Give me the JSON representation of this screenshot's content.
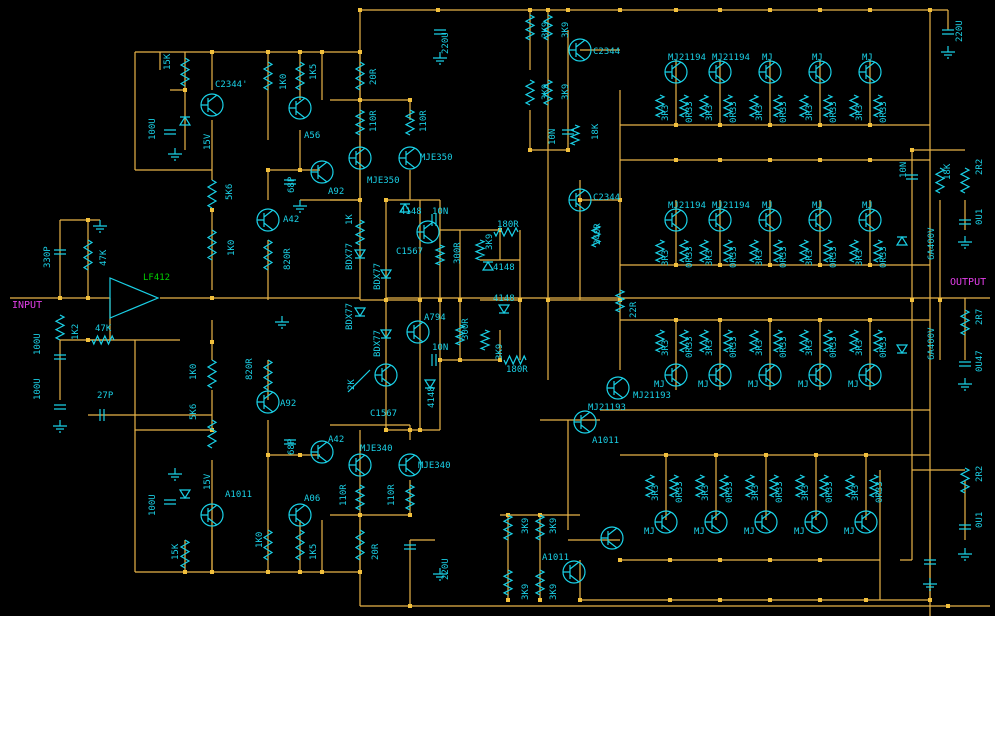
{
  "colors": {
    "background": "#000000",
    "wire": "#e8b448",
    "component": "#1ad0e6",
    "junction": "#f2c03c",
    "io_label": "#e23ee8",
    "opamp": "#00d000",
    "page": "#ffffff"
  },
  "io": {
    "input": "INPUT",
    "output": "OUTPUT"
  },
  "opamp": {
    "label": "LF412"
  },
  "top_rail": {
    "cap": "220U"
  },
  "bottom_rail": {
    "cap": "220U"
  },
  "right_top_cap": {
    "cap": "220U"
  },
  "input_stage": {
    "c_in": "330P",
    "r_bias": "47K",
    "r_in": "1K2",
    "c_bypass": "100U",
    "r_fb": "47K",
    "c_fb": "27P",
    "c_low": "100U"
  },
  "upper_supply": {
    "r15k": "15K",
    "c100u": "100U",
    "zener": "15V",
    "q": "C2344'"
  },
  "lower_supply": {
    "r15k": "15K",
    "c100u": "100U",
    "zener": "15V",
    "q": "A1011"
  },
  "vas": {
    "r5k6_top": "5K6",
    "r1k0_top": "1K0",
    "q_top": "A42",
    "r820_top": "820R",
    "r1k0_bot": "1K0",
    "r5k6_bot": "5K6",
    "r820_bot": "820R",
    "q_bot": "A92",
    "r1k0_u": "1K0",
    "r1k5_u": "1K5",
    "q_a56": "A56",
    "c68p_u": "68P",
    "q_a92_u": "A92",
    "r20r_u": "20R",
    "r110r_u1": "110R",
    "r110r_u2": "110R",
    "q_mje350a": "MJE350",
    "q_mje350b": "MJE350",
    "c68p_l": "68P",
    "q_a42_l": "A42",
    "q_mje340a": "MJE340",
    "q_mje340b": "MJE340",
    "r110r_l1": "110R",
    "r110r_l2": "110R",
    "q_a06": "A06",
    "r1k0_l": "1K0",
    "r1k5_l": "1K5",
    "r20r_l": "20R"
  },
  "bias": {
    "r1k": "1K",
    "d1": "BDX77",
    "d2": "BDX77",
    "d3": "BDX77",
    "d4": "BDX77",
    "pot": "2K",
    "q": "C1567"
  },
  "protection": {
    "d4148a": "4148",
    "c10n_a": "10N",
    "q_c1567": "C1567",
    "r300r_a": "300R",
    "r3k9_a": "3K9",
    "r180r_a": "180R",
    "d4148b": "4148",
    "d4148c": "4148",
    "q_a794": "A794",
    "c10n_b": "10N",
    "r300r_b": "300R",
    "r3k9_b": "3K9",
    "r180r_b": "180R",
    "d4148d": "4148"
  },
  "driver_upper": {
    "r3k9_1": "3K9",
    "r3k9_2": "3K9",
    "r3k9_3": "3K9",
    "r3k9_4": "3K9",
    "q_c2344_a": "C2344",
    "c10n": "10N",
    "r18k": "18K",
    "q_c2344_b": "C2344",
    "r240r": "240R"
  },
  "driver_lower": {
    "r22r": "22R",
    "q_mj21193_a": "MJ21193",
    "q_mj21193_b": "MJ21193",
    "q_a1011_a": "A1011",
    "r3k9_1": "3K9",
    "r3k9_2": "3K9",
    "r3k9_3": "3K9",
    "r3k9_4": "3K9",
    "q_a1011_b": "A1011"
  },
  "output_banks": [
    {
      "q": [
        "MJ21194",
        "MJ21194",
        "MJ",
        "MJ",
        "MJ"
      ],
      "r1": "3R3",
      "r2": "0R33"
    },
    {
      "q": [
        "MJ21194",
        "MJ21194",
        "MJ",
        "MJ",
        "MJ"
      ],
      "r1": "3R3",
      "r2": "0R33"
    },
    {
      "q": [
        "MJ",
        "MJ",
        "MJ",
        "MJ",
        "MJ"
      ],
      "r1": "3R3",
      "r2": "0R33"
    },
    {
      "q": [
        "MJ",
        "MJ",
        "MJ",
        "MJ",
        "MJ"
      ],
      "r1": "3R3",
      "r2": "0R33"
    }
  ],
  "output_network": {
    "c10n": "10N",
    "r18k": "18K",
    "r2r2_top": "2R2",
    "c0u1_top": "0U1",
    "d_top": "6A400V",
    "d_bot": "6A400V",
    "r2r7": "2R7",
    "c0u47": "0U47",
    "r2r2_bot": "2R2",
    "c0u1_bot": "0U1"
  }
}
